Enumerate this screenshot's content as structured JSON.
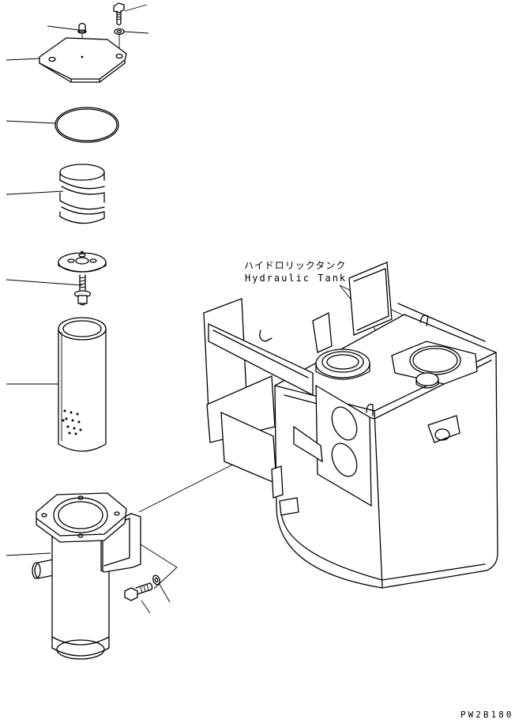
{
  "title_jp": "ハイドロリックタンク",
  "title_en": "Hydraulic Tank",
  "drawing_code": "PW2B180",
  "parts": [
    {
      "name": "bolt"
    },
    {
      "name": "plug"
    },
    {
      "name": "washer"
    },
    {
      "name": "cover"
    },
    {
      "name": "o-ring"
    },
    {
      "name": "spring"
    },
    {
      "name": "valve"
    },
    {
      "name": "strainer-element"
    },
    {
      "name": "strainer-case"
    },
    {
      "name": "bolt"
    },
    {
      "name": "washer"
    },
    {
      "name": "hydraulic-tank"
    }
  ]
}
